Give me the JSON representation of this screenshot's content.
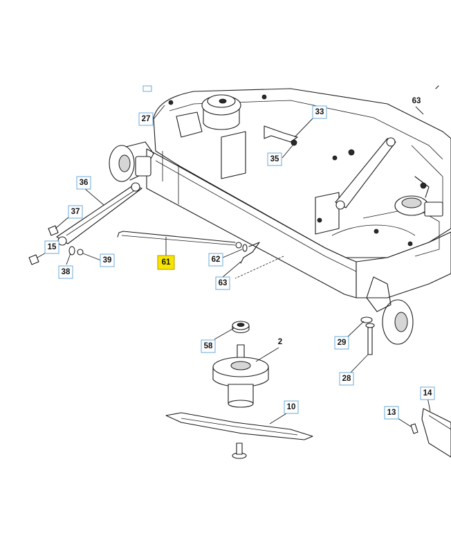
{
  "highlighted_part": "61",
  "colors": {
    "callout_border": "#6aa9d8",
    "highlight_fill": "#f7e400",
    "line": "#1a1a1a"
  },
  "callouts": [
    {
      "id": "c27",
      "label": "27"
    },
    {
      "id": "c33",
      "label": "33"
    },
    {
      "id": "c35",
      "label": "35"
    },
    {
      "id": "c63a",
      "label": "63"
    },
    {
      "id": "c36",
      "label": "36"
    },
    {
      "id": "c37",
      "label": "37"
    },
    {
      "id": "c15",
      "label": "15"
    },
    {
      "id": "c38",
      "label": "38"
    },
    {
      "id": "c39",
      "label": "39"
    },
    {
      "id": "c61",
      "label": "61"
    },
    {
      "id": "c62",
      "label": "62"
    },
    {
      "id": "c63b",
      "label": "63"
    },
    {
      "id": "c58",
      "label": "58"
    },
    {
      "id": "c2",
      "label": "2"
    },
    {
      "id": "c29",
      "label": "29"
    },
    {
      "id": "c28",
      "label": "28"
    },
    {
      "id": "c10",
      "label": "10"
    },
    {
      "id": "c13",
      "label": "13"
    },
    {
      "id": "c14",
      "label": "14"
    }
  ]
}
